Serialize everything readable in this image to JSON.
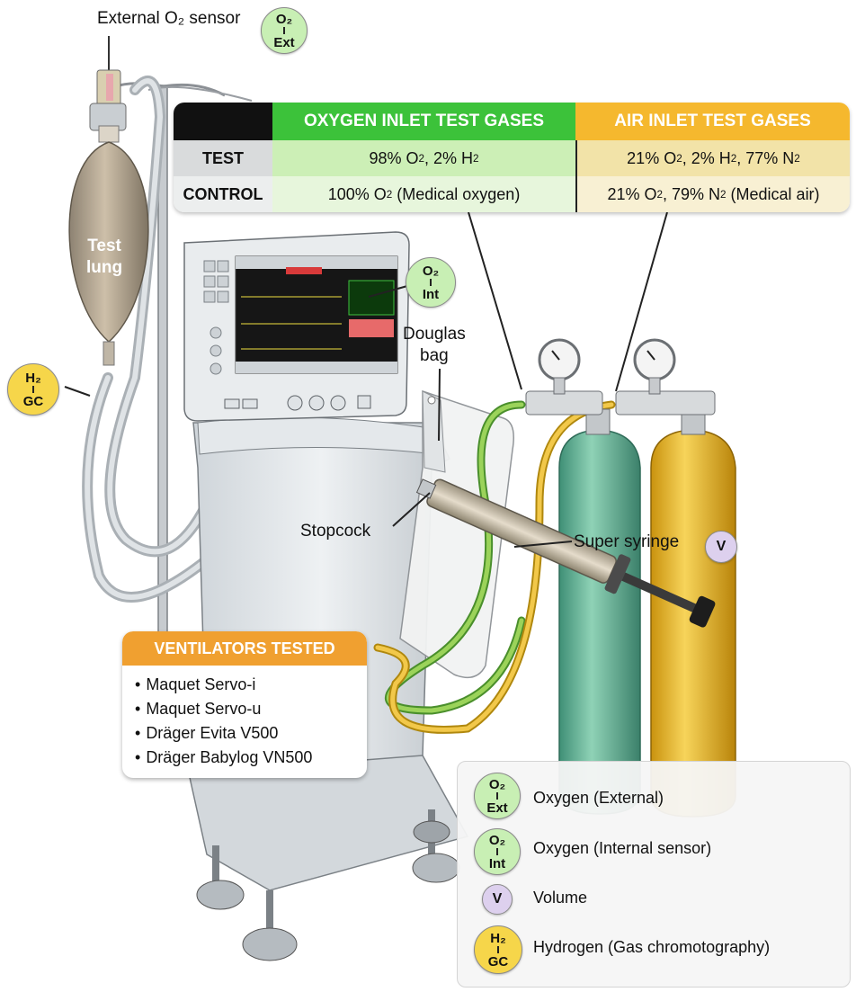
{
  "labels": {
    "external_o2_sensor": "External O₂ sensor",
    "test_lung": [
      "Test",
      "lung"
    ],
    "douglas_bag": [
      "Douglas",
      "bag"
    ],
    "stopcock": "Stopcock",
    "super_syringe": "Super syringe"
  },
  "badges": {
    "o2": "O₂",
    "ext": "Ext",
    "int": "Int",
    "h2": "H₂",
    "gc": "GC",
    "v": "V"
  },
  "gas_table": {
    "headers": [
      "OXYGEN INLET TEST GASES",
      "AIR INLET TEST GASES"
    ],
    "rows": [
      {
        "label": "TEST",
        "oxygen": "98% O₂, 2% H₂",
        "air": "21% O₂, 2% H₂, 77% N₂"
      },
      {
        "label": "CONTROL",
        "oxygen": "100% O₂ (Medical oxygen)",
        "air": "21% O₂, 79% N₂ (Medical air)"
      }
    ]
  },
  "ventilators": {
    "title": "VENTILATORS TESTED",
    "items": [
      "Maquet Servo-i",
      "Maquet Servo-u",
      "Dräger Evita V500",
      "Dräger Babylog VN500"
    ]
  },
  "legend": [
    {
      "icon": "o2-ext",
      "text": "Oxygen (External)"
    },
    {
      "icon": "o2-int",
      "text": "Oxygen (Internal sensor)"
    },
    {
      "icon": "v",
      "text": "Volume"
    },
    {
      "icon": "h2-gc",
      "text": "Hydrogen (Gas chromotography)"
    }
  ],
  "colors": {
    "oxygen_header": "#3cc23a",
    "air_header": "#f5b82e",
    "oxygen_test_cell": "#ccefb6",
    "oxygen_control_cell": "#e7f6dc",
    "air_test_cell": "#f2e3a8",
    "air_control_cell": "#f8f0d3",
    "orange_title": "#f0a030",
    "badge_green": "#c8efb4",
    "badge_yellow": "#f6d64a",
    "badge_purple": "#ddd0ee",
    "oxygen_cylinder": "#6fb49a",
    "air_cylinder": "#e9b92a"
  }
}
